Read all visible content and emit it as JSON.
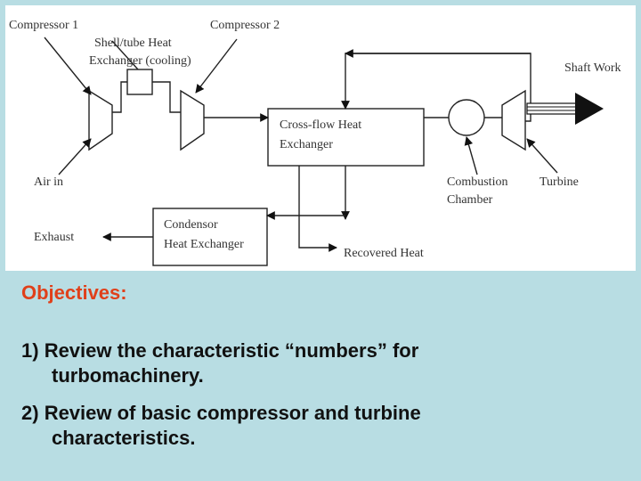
{
  "diagram": {
    "labels": {
      "compressor1": "Compressor 1",
      "compressor2": "Compressor 2",
      "shell_tube_1": "Shell/tube Heat",
      "shell_tube_2": "Exchanger (cooling)",
      "shaft_work": "Shaft Work",
      "crossflow_1": "Cross-flow Heat",
      "crossflow_2": "Exchanger",
      "air_in": "Air in",
      "combustion_1": "Combustion",
      "combustion_2": "Chamber",
      "turbine": "Turbine",
      "exhaust": "Exhaust",
      "condensor_1": "Condensor",
      "condensor_2": "Heat Exchanger",
      "recovered_heat": "Recovered Heat"
    }
  },
  "objectives": {
    "title": "Objectives:",
    "items": [
      {
        "num": "1)",
        "line1": "Review the characteristic “numbers” for",
        "line2": "turbomachinery."
      },
      {
        "num": "2)",
        "line1": "Review of basic compressor and turbine",
        "line2": "characteristics."
      }
    ]
  }
}
